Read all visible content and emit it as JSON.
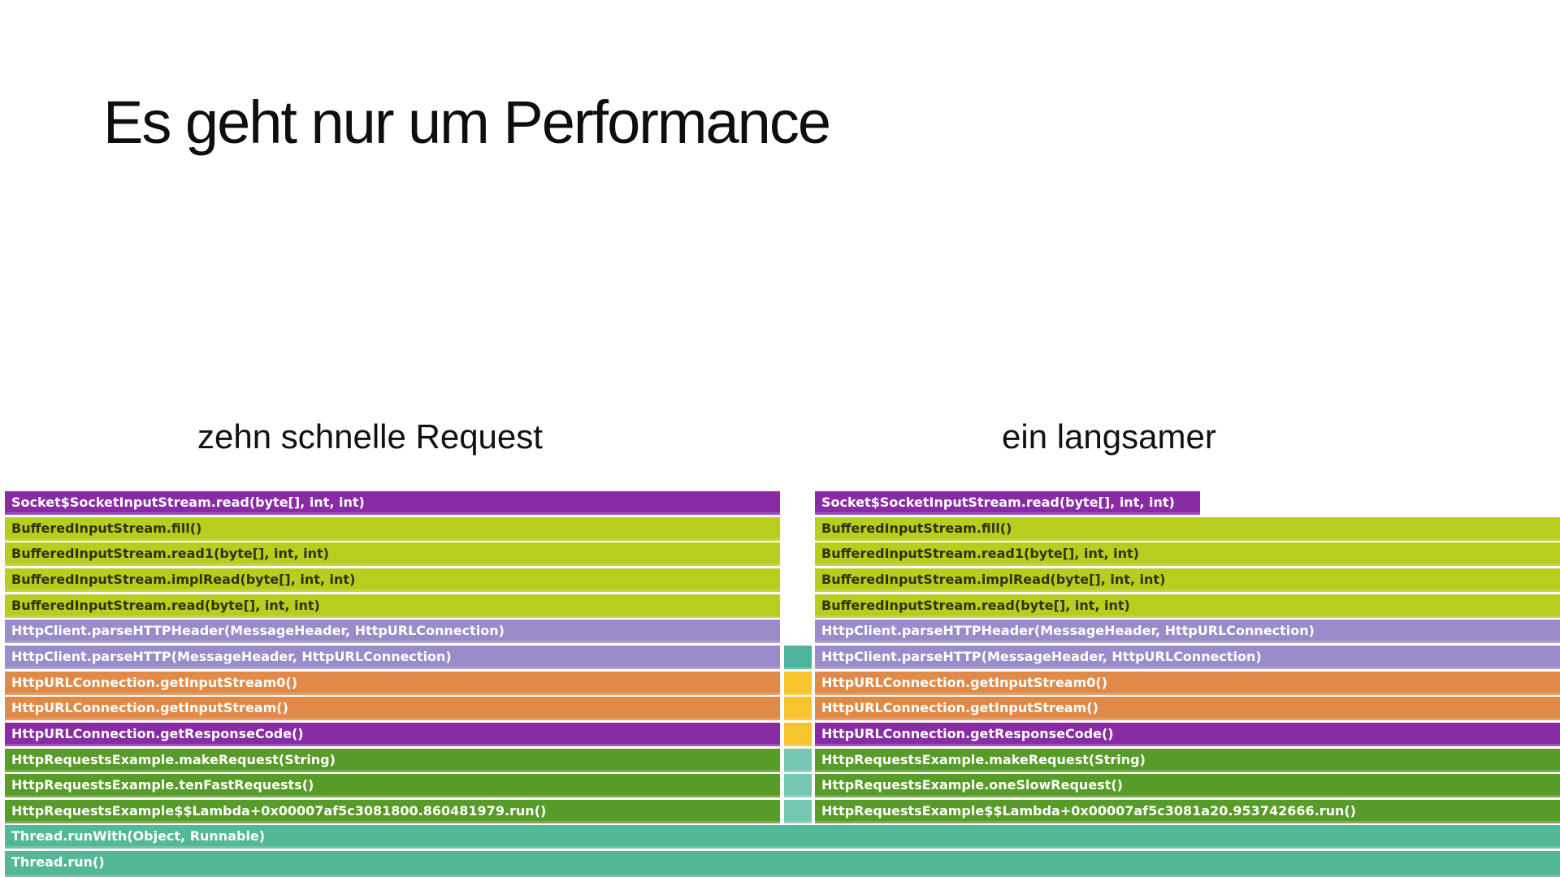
{
  "slide": {
    "title": "Es geht nur um Performance",
    "left_column_label": "zehn schnelle Request",
    "right_column_label": "ein langsamer",
    "background_color": "#ffffff",
    "title_color": "#0e0e0e"
  },
  "chart_data": {
    "type": "flamegraph",
    "title": "Es geht nur um Performance",
    "panels": [
      {
        "name": "left",
        "label": "zehn schnelle Request"
      },
      {
        "name": "right",
        "label": "ein langsamer"
      }
    ],
    "legend_position": "none",
    "grid": false,
    "colors": {
      "purple": "#8a2ba6",
      "lime": "#b7ce1e",
      "lavender": "#9a8cc9",
      "orange": "#e18a48",
      "green": "#579b28",
      "teal": "#52b897",
      "mid_teal": "#4fb29b",
      "mid_yellow": "#f6c42c",
      "mid_light_teal": "#76c7b2"
    },
    "rows": [
      {
        "left": "Socket$SocketInputStream.read(byte[], int, int)",
        "right": "Socket$SocketInputStream.read(byte[], int, int)",
        "color": "purple",
        "text": "light",
        "mid": null,
        "right_partial": true
      },
      {
        "left": "BufferedInputStream.fill()",
        "right": "BufferedInputStream.fill()",
        "color": "lime",
        "text": "dark",
        "mid": null,
        "right_partial": false
      },
      {
        "left": "BufferedInputStream.read1(byte[], int, int)",
        "right": "BufferedInputStream.read1(byte[], int, int)",
        "color": "lime",
        "text": "dark",
        "mid": null,
        "right_partial": false
      },
      {
        "left": "BufferedInputStream.implRead(byte[], int, int)",
        "right": "BufferedInputStream.implRead(byte[], int, int)",
        "color": "lime",
        "text": "dark",
        "mid": null,
        "right_partial": false
      },
      {
        "left": "BufferedInputStream.read(byte[], int, int)",
        "right": "BufferedInputStream.read(byte[], int, int)",
        "color": "lime",
        "text": "dark",
        "mid": null,
        "right_partial": false
      },
      {
        "left": "HttpClient.parseHTTPHeader(MessageHeader, HttpURLConnection)",
        "right": "HttpClient.parseHTTPHeader(MessageHeader, HttpURLConnection)",
        "color": "lavender",
        "text": "light",
        "mid": null,
        "right_partial": false
      },
      {
        "left": "HttpClient.parseHTTP(MessageHeader, HttpURLConnection)",
        "right": "HttpClient.parseHTTP(MessageHeader, HttpURLConnection)",
        "color": "lavender",
        "text": "light",
        "mid": "mid_teal",
        "right_partial": false
      },
      {
        "left": "HttpURLConnection.getInputStream0()",
        "right": "HttpURLConnection.getInputStream0()",
        "color": "orange",
        "text": "light",
        "mid": "mid_yellow",
        "right_partial": false
      },
      {
        "left": "HttpURLConnection.getInputStream()",
        "right": "HttpURLConnection.getInputStream()",
        "color": "orange",
        "text": "light",
        "mid": "mid_yellow",
        "right_partial": false
      },
      {
        "left": "HttpURLConnection.getResponseCode()",
        "right": "HttpURLConnection.getResponseCode()",
        "color": "purple",
        "text": "light",
        "mid": "mid_yellow",
        "right_partial": false
      },
      {
        "left": "HttpRequestsExample.makeRequest(String)",
        "right": "HttpRequestsExample.makeRequest(String)",
        "color": "green",
        "text": "light",
        "mid": "mid_light_teal",
        "right_partial": false
      },
      {
        "left": "HttpRequestsExample.tenFastRequests()",
        "right": "HttpRequestsExample.oneSlowRequest()",
        "color": "green",
        "text": "light",
        "mid": "mid_light_teal",
        "right_partial": false
      },
      {
        "left": "HttpRequestsExample$$Lambda+0x00007af5c3081800.860481979.run()",
        "right": "HttpRequestsExample$$Lambda+0x00007af5c3081a20.953742666.run()",
        "color": "green",
        "text": "light",
        "mid": "mid_light_teal",
        "right_partial": false
      },
      {
        "span": "full",
        "label": "Thread.runWith(Object, Runnable)",
        "color": "teal",
        "text": "light"
      },
      {
        "span": "full",
        "label": "Thread.run()",
        "color": "teal",
        "text": "light"
      }
    ]
  }
}
